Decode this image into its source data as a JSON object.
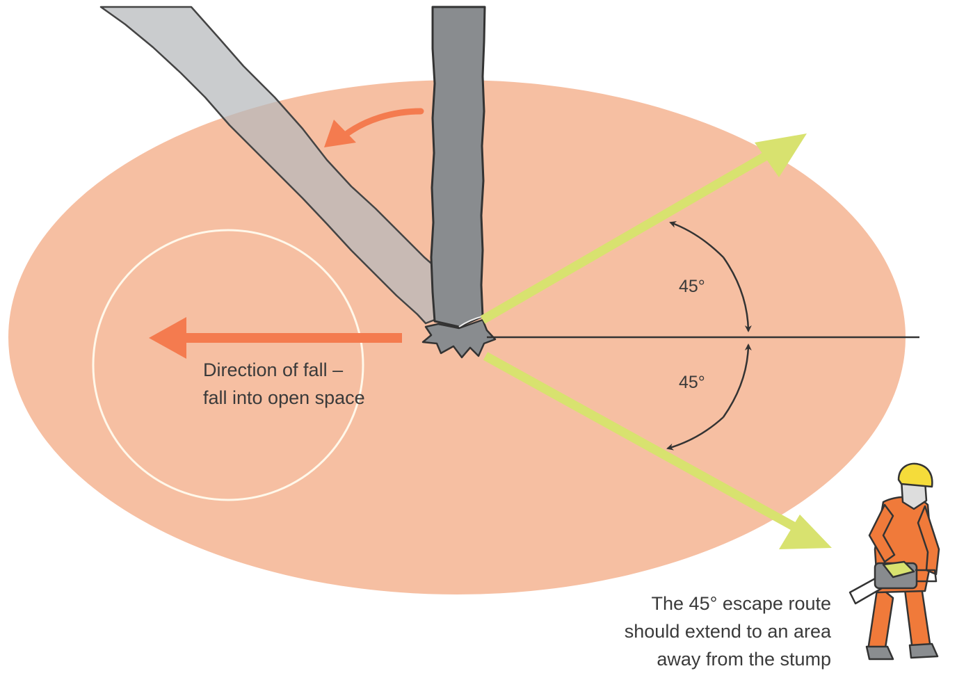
{
  "colors": {
    "danger_zone": "#f6bfa2",
    "fall_arrow": "#f47b4f",
    "escape_arrow": "#d8e26f",
    "trunk": "#8a8d90",
    "falling_trunk": "#b8babd",
    "outline": "#333333",
    "clear_circle": "#fff8ea",
    "worker_suit": "#f07a3a",
    "helmet": "#f5dc3a"
  },
  "labels": {
    "direction_of_fall_line1": "Direction of fall –",
    "direction_of_fall_line2": "fall into open space",
    "angle_upper": "45°",
    "angle_lower": "45°",
    "escape_line1": "The 45° escape route",
    "escape_line2": "should extend to an area",
    "escape_line3": "away from the stump"
  },
  "icons": [
    "tree-trunk-icon",
    "falling-tree-icon",
    "stump-icon",
    "fall-direction-arrow",
    "escape-route-arrow",
    "angle-arc-arrow",
    "chainsaw-worker-icon"
  ]
}
